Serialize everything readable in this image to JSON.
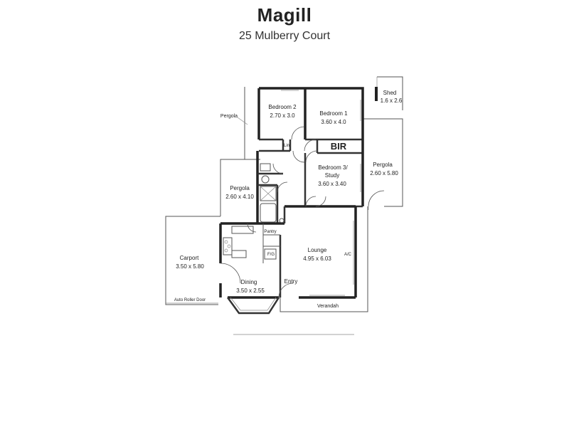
{
  "header": {
    "suburb": "Magill",
    "address": "25 Mulberry Court"
  },
  "rooms": {
    "shed": {
      "name": "Shed",
      "size": "1.6 x 2.6"
    },
    "pergola_left": {
      "name": "Pergola"
    },
    "bedroom2": {
      "name": "Bedroom 2",
      "size": "2.70 x 3.0"
    },
    "bedroom1": {
      "name": "Bedroom 1",
      "size": "3.60 x 4.0"
    },
    "linen": {
      "name": "Lin"
    },
    "bir": {
      "name": "BIR"
    },
    "pergola_right": {
      "name": "Pergola",
      "size": "2.60 x 5.80"
    },
    "bedroom3": {
      "name": "Bedroom 3/",
      "name2": "Study",
      "size": "3.60 x 3.40"
    },
    "pergola_mid": {
      "name": "Pergola",
      "size": "2.60 x 4.10"
    },
    "pantry": {
      "name": "Pantry"
    },
    "fridge": {
      "name": "F/G"
    },
    "lounge": {
      "name": "Lounge",
      "size": "4.95 x 6.03"
    },
    "ac": {
      "name": "A/C"
    },
    "carport": {
      "name": "Carport",
      "size": "3.50 x 5.80"
    },
    "dining": {
      "name": "Dining",
      "size": "3.50 x 2.55"
    },
    "entry": {
      "name": "Entry"
    },
    "verandah": {
      "name": "Verandah"
    },
    "roller_door": {
      "name": "Auto Roller Door"
    }
  }
}
